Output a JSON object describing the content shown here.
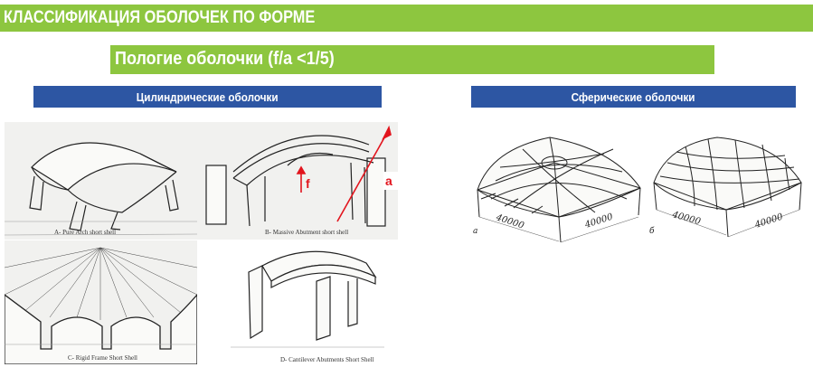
{
  "header": {
    "title": "КЛАССИФИКАЦИЯ ОБОЛОЧЕК ПО ФОРМЕ",
    "subtitle": "Пологие оболочки (f/a <1/5)"
  },
  "sections": {
    "cylindrical": "Цилиндрические оболочки",
    "spherical": "Сферические оболочки"
  },
  "colors": {
    "green_bar": "#8dc63f",
    "blue_bar": "#2d56a3",
    "annotation_red": "#e2141d"
  },
  "figures": {
    "pure_arch": {
      "caption": "A- Pure Arch short shell"
    },
    "massive_abutment": {
      "caption": "B- Massive Abutment short shell",
      "label_f": "f",
      "label_a": "a"
    },
    "rigid_frame": {
      "caption": "C- Rigid Frame Short Shell"
    },
    "cantilever": {
      "caption": "D- Cantilever Abutments Short Shell"
    },
    "sphere_a": {
      "dim_left": "40000",
      "dim_right": "40000",
      "letter": "а"
    },
    "sphere_b": {
      "dim_left": "40000",
      "dim_right": "40000",
      "letter": "б"
    }
  }
}
